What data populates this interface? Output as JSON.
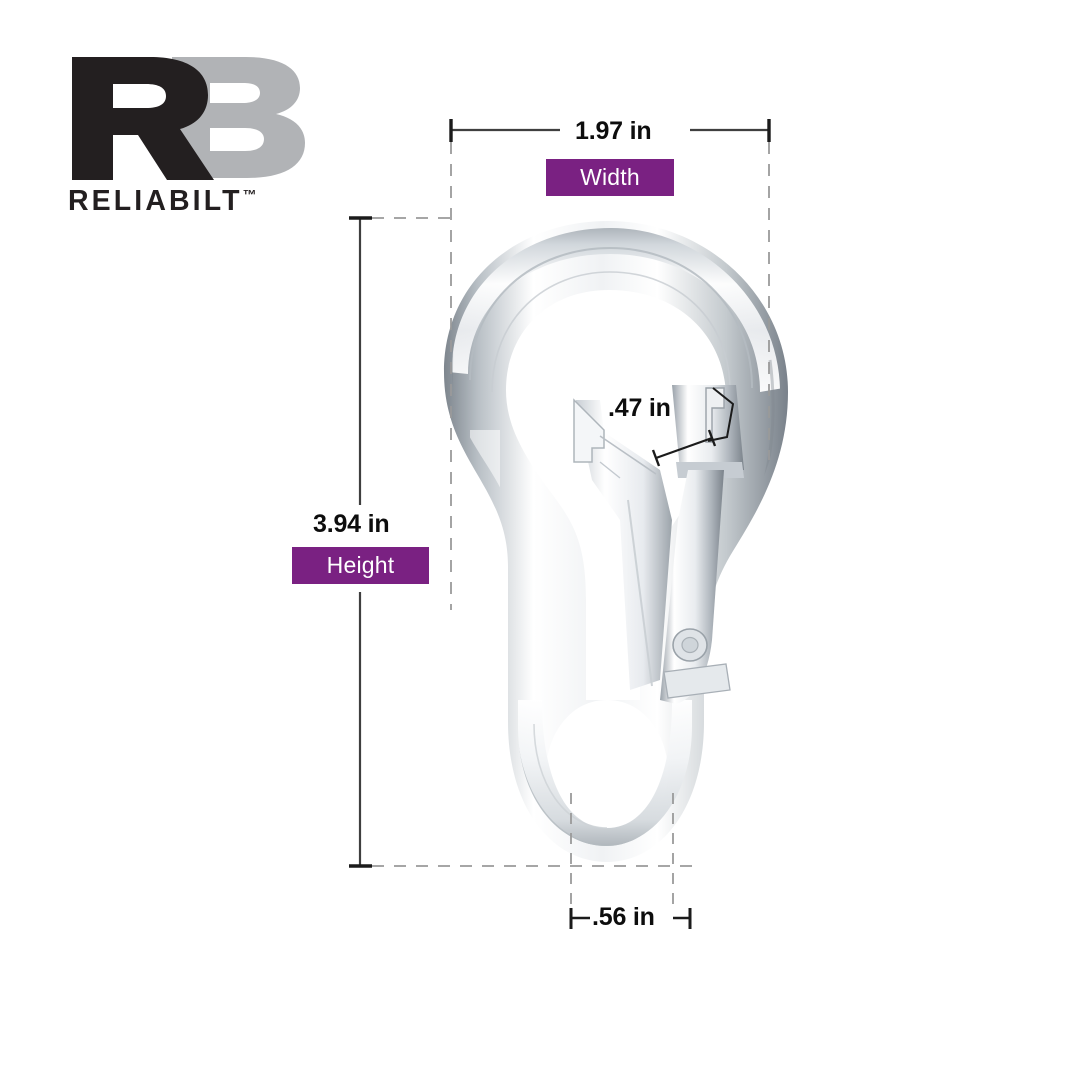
{
  "brand": {
    "logo_letters": "RB",
    "wordmark": "RELIABILT",
    "trademark": "™",
    "colors": {
      "letter_r": "#231f20",
      "letter_b": "#b1b3b6",
      "wordmark": "#231f20"
    }
  },
  "product": {
    "name": "spring snap hook",
    "finish": "zinc-plated steel",
    "colors": {
      "metal_light": "#ffffff",
      "metal_mid": "#d8dce0",
      "metal_shadow": "#8a9199",
      "metal_dark": "#6e767f",
      "background": "#ffffff"
    }
  },
  "dimensions": {
    "accent_color": "#7a2182",
    "line_color": "#4a4a4a",
    "width": {
      "value": "1.97 in",
      "label": "Width",
      "has_badge": true,
      "orientation": "horizontal"
    },
    "height": {
      "value": "3.94 in",
      "label": "Height",
      "has_badge": true,
      "orientation": "vertical"
    },
    "depth": {
      "value": ".56 in",
      "label": "",
      "has_badge": false,
      "orientation": "horizontal"
    },
    "gate_opening": {
      "value": ".47 in",
      "label": "",
      "has_badge": false,
      "orientation": "leader"
    }
  }
}
